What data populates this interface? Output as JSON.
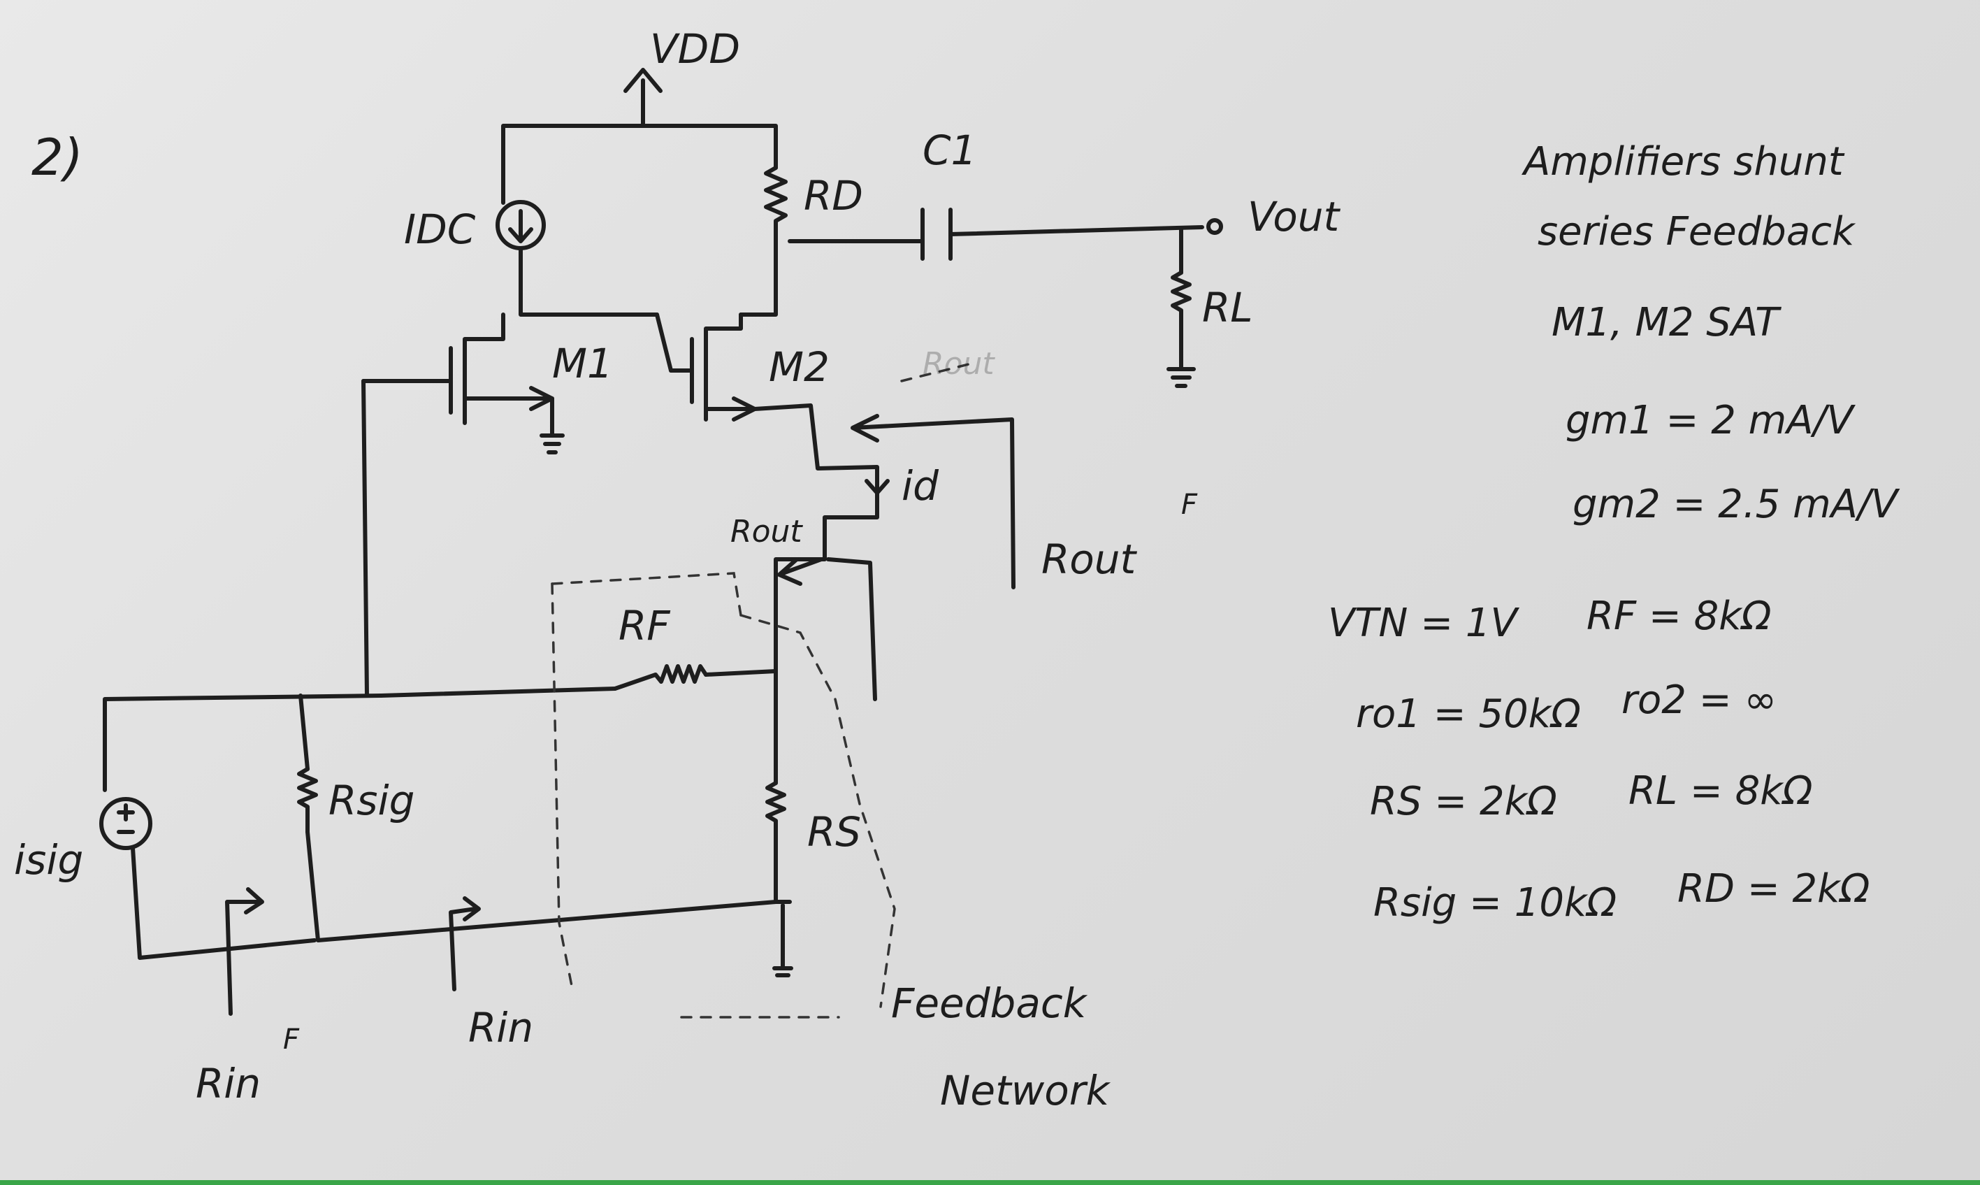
{
  "problem_number": "2)",
  "labels": {
    "vdd": "VDD",
    "idc": "IDC",
    "rd": "RD",
    "c1": "C1",
    "vout": "Vout",
    "rl": "RL",
    "m1": "M1",
    "m2": "M2",
    "rout_inner": "Rout",
    "rout_faint": "Rout",
    "id": "id",
    "rout_f": "Rout",
    "rout_f_sup": "F",
    "rf": "RF",
    "rsig": "Rsig",
    "rs": "RS",
    "isig": "isig",
    "rin": "Rin",
    "rin_f": "Rin",
    "rin_f_sup": "F",
    "feedback_network_1": "Feedback",
    "feedback_network_2": "Network"
  },
  "notes": {
    "title_line1": "Amplifiers shunt",
    "title_line2": "series Feedback",
    "sat": "M1, M2 SAT",
    "gm1": "gm1 = 2 mA/V",
    "gm2": "gm2 = 2.5 mA/V",
    "params": [
      {
        "left": "VTN = 1V",
        "right": "RF = 8kΩ"
      },
      {
        "left": "ro1 = 50kΩ",
        "right": "ro2 = ∞"
      },
      {
        "left": "RS = 2kΩ",
        "right": "RL = 8kΩ"
      },
      {
        "left": "Rsig = 10kΩ",
        "right": "RD = 2kΩ"
      }
    ]
  },
  "colors": {
    "ink": "#1e1e1e",
    "paper": "#e4e4e4",
    "strip": "#3aa548"
  }
}
